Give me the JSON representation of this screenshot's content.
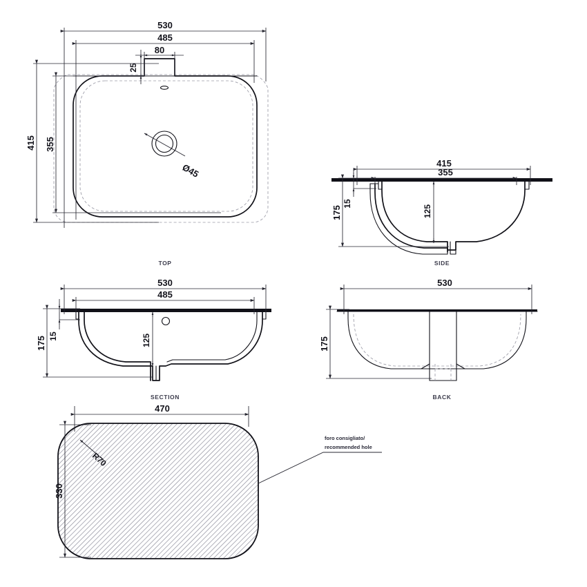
{
  "drawing": {
    "title": "Undermount washbasin technical drawing",
    "units": "mm",
    "line_color": "#111118",
    "hidden_line_color": "#9a9aa6",
    "dimension_color": "#262630",
    "hatch_color": "#8f8f9c"
  },
  "views": {
    "top": {
      "label": "TOP",
      "dimensions": {
        "overall_width": "530",
        "inner_width": "485",
        "tap_ledge_width": "80",
        "tap_ledge_offset": "25",
        "overall_depth": "415",
        "inner_depth": "355",
        "drain_diameter": "Ø45"
      }
    },
    "side": {
      "label": "SIDE",
      "dimensions": {
        "overall_depth": "415",
        "inner_depth": "355",
        "overall_height": "175",
        "rim_height": "15",
        "bowl_depth": "125"
      }
    },
    "section": {
      "label": "SECTION",
      "dimensions": {
        "overall_width": "530",
        "inner_width": "485",
        "overall_height": "175",
        "rim_height": "15",
        "bowl_depth": "125"
      }
    },
    "back": {
      "label": "BACK",
      "dimensions": {
        "overall_width": "530",
        "overall_height": "175"
      }
    },
    "cutout": {
      "dimensions": {
        "width": "470",
        "height": "330",
        "corner_radius": "R70"
      },
      "note_line_1": "foro consigliato/",
      "note_line_2": "recommended hole"
    }
  }
}
